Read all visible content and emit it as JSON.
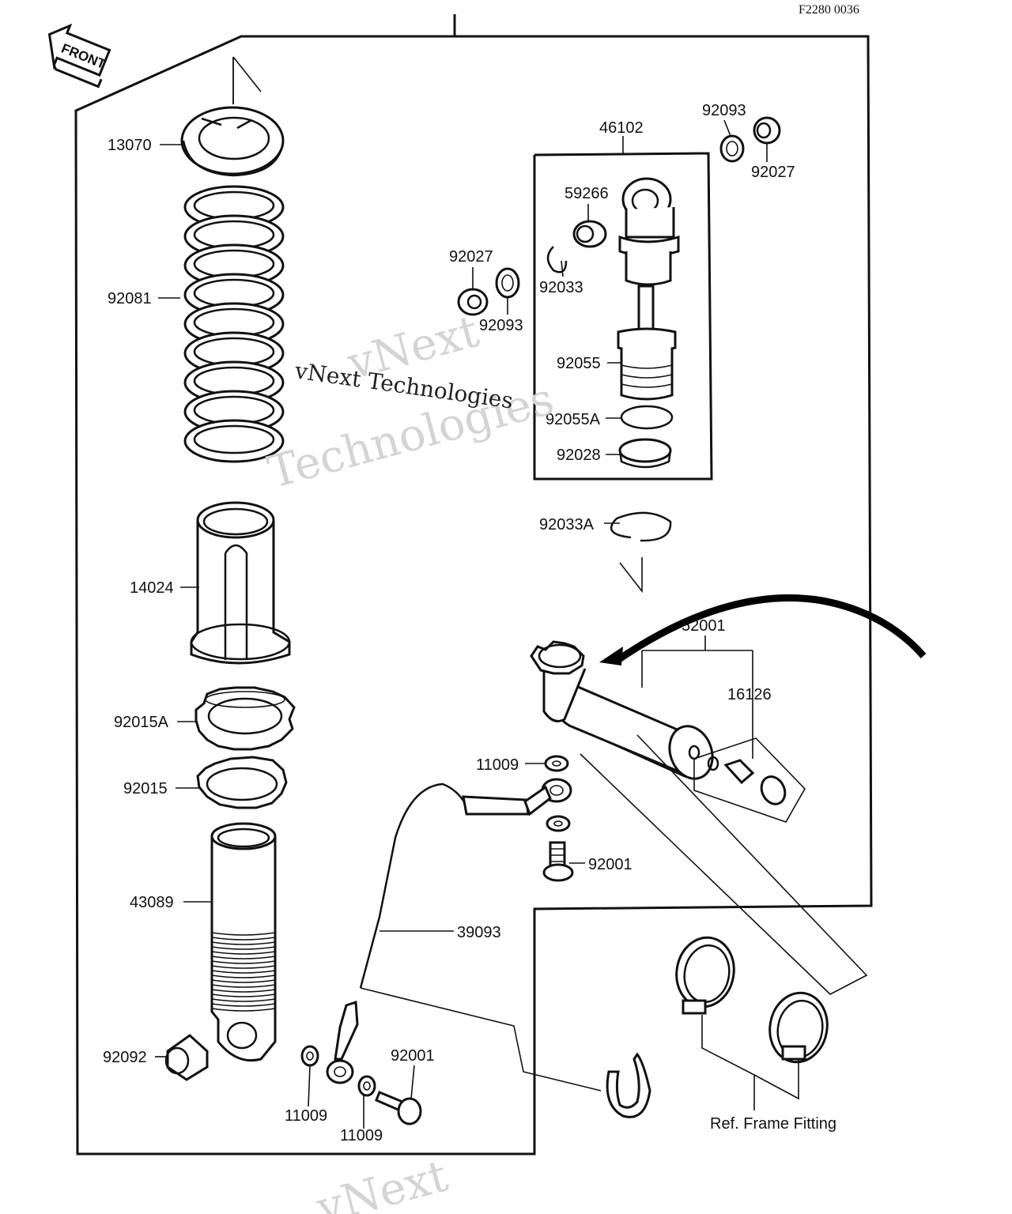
{
  "diagram": {
    "figure_code": "F2280 0036",
    "front_label": "FRONT",
    "watermark": "vNext Technologies",
    "watermark_big_1": "vNext",
    "watermark_big_2": "Technologies",
    "ref_label": "Ref. Frame Fitting",
    "parts": [
      {
        "id": "p13070",
        "num": "13070"
      },
      {
        "id": "p92081",
        "num": "92081"
      },
      {
        "id": "p14024",
        "num": "14024"
      },
      {
        "id": "p92015A",
        "num": "92015A"
      },
      {
        "id": "p92015",
        "num": "92015"
      },
      {
        "id": "p43089",
        "num": "43089"
      },
      {
        "id": "p92092",
        "num": "92092"
      },
      {
        "id": "p46102",
        "num": "46102"
      },
      {
        "id": "p92093a",
        "num": "92093"
      },
      {
        "id": "p92027a",
        "num": "92027"
      },
      {
        "id": "p59266",
        "num": "59266"
      },
      {
        "id": "p92027b",
        "num": "92027"
      },
      {
        "id": "p92033",
        "num": "92033"
      },
      {
        "id": "p92093b",
        "num": "92093"
      },
      {
        "id": "p92055",
        "num": "92055"
      },
      {
        "id": "p92055A",
        "num": "92055A"
      },
      {
        "id": "p92028",
        "num": "92028"
      },
      {
        "id": "p92033A",
        "num": "92033A"
      },
      {
        "id": "p52001",
        "num": "52001"
      },
      {
        "id": "p16126",
        "num": "16126"
      },
      {
        "id": "p11009a",
        "num": "11009"
      },
      {
        "id": "p92001a",
        "num": "92001"
      },
      {
        "id": "p39093",
        "num": "39093"
      },
      {
        "id": "p92001b",
        "num": "92001"
      },
      {
        "id": "p11009b",
        "num": "11009"
      },
      {
        "id": "p11009c",
        "num": "11009"
      }
    ]
  }
}
